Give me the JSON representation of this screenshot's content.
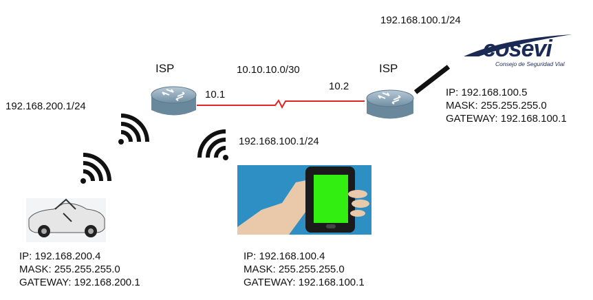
{
  "isp_left": {
    "label": "ISP"
  },
  "isp_right": {
    "label": "ISP"
  },
  "wan": {
    "network": "10.10.10.0/30",
    "left_ip": "10.1",
    "right_ip": "10.2"
  },
  "lan_car": {
    "network": "192.168.200.1/24"
  },
  "lan_phone": {
    "network": "192.168.100.1/24"
  },
  "lan_server": {
    "network": "192.168.100.1/24"
  },
  "car": {
    "ip": "IP: 192.168.200.4",
    "mask": "MASK: 255.255.255.0",
    "gateway": "GATEWAY: 192.168.200.1"
  },
  "phone": {
    "ip": "IP: 192.168.100.4",
    "mask": "MASK: 255.255.255.0",
    "gateway": "GATEWAY: 192.168.100.1"
  },
  "server": {
    "ip": "IP: 192.168.100.5",
    "mask": "MASK: 255.255.255.0",
    "gateway": "GATEWAY: 192.168.100.1"
  },
  "logo": {
    "name": "cosevi",
    "subtitle": "Consejo de Seguridad Vial"
  },
  "colors": {
    "wan_link": "#e32222",
    "router": "#8aa5b8",
    "phone_bg": "#2e8fc4",
    "screen": "#33ee11",
    "logo": "#1a2a55"
  }
}
